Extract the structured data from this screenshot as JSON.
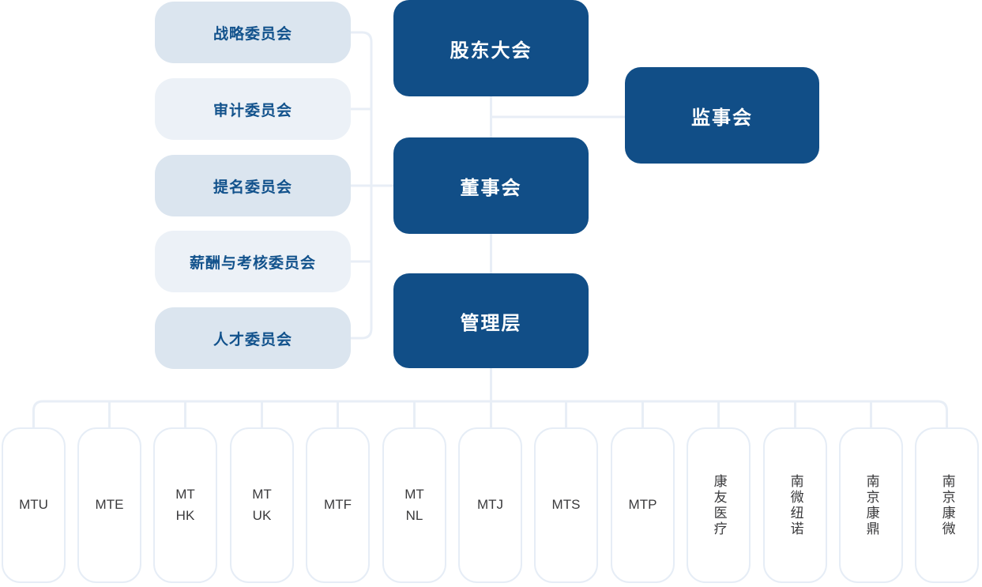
{
  "palette": {
    "node_fill": "#114e87",
    "node_text": "#ffffff",
    "committee_fill_dark": "#dbe5ef",
    "committee_fill_light": "#ecf1f7",
    "committee_text": "#12528c",
    "connector_line": "#e8eef6",
    "subsidiary_border": "#e6edf6",
    "subsidiary_text": "#3a3a3c"
  },
  "governance": {
    "shareholders_meeting": "股东大会",
    "supervisory_board": "监事会",
    "board_of_directors": "董事会",
    "management": "管理层"
  },
  "committees": {
    "items": [
      {
        "label": "战略委员会"
      },
      {
        "label": "审计委员会"
      },
      {
        "label": "提名委员会"
      },
      {
        "label": "薪酬与考核委员会"
      },
      {
        "label": "人才委员会"
      }
    ]
  },
  "subsidiaries": {
    "items": [
      {
        "label": "MTU"
      },
      {
        "label": "MTE"
      },
      {
        "label": "MT\nHK"
      },
      {
        "label": "MT\nUK"
      },
      {
        "label": "MTF"
      },
      {
        "label": "MT\nNL"
      },
      {
        "label": "MTJ"
      },
      {
        "label": "MTS"
      },
      {
        "label": "MTP"
      },
      {
        "label": "康友医疗"
      },
      {
        "label": "南微纽诺"
      },
      {
        "label": "南京康鼎"
      },
      {
        "label": "南京康微"
      }
    ]
  }
}
